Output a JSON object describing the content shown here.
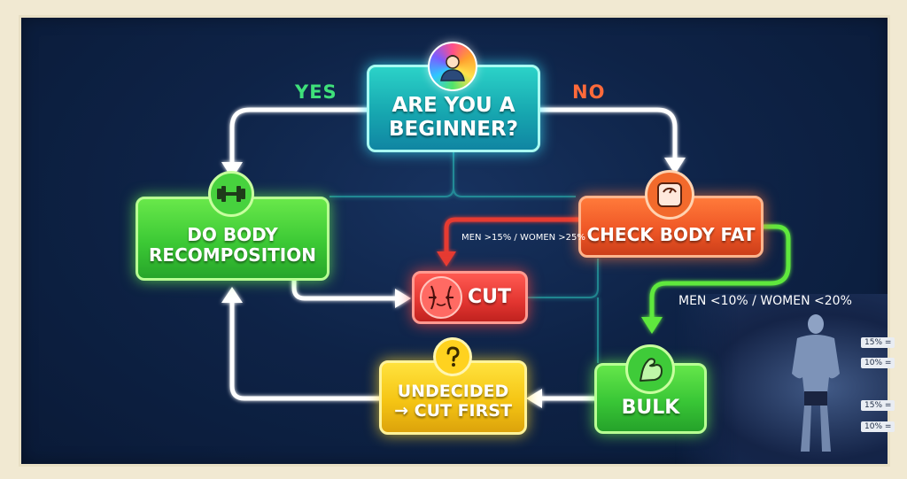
{
  "diagram": {
    "nodes": {
      "question": {
        "label": "ARE YOU A\nBEGINNER?",
        "icon": "user-icon"
      },
      "recomp": {
        "label": "DO BODY\nRECOMPOSITION",
        "icon": "dumbbell-icon"
      },
      "bodyfat": {
        "label": "CHECK BODY FAT",
        "icon": "scale-icon"
      },
      "cut": {
        "label": "CUT",
        "icon": "waist-icon"
      },
      "undecided": {
        "label": "UNDECIDED\n→ CUT FIRST",
        "icon": "question-icon"
      },
      "bulk": {
        "label": "BULK",
        "icon": "flexed-arm-icon"
      }
    },
    "edges": {
      "yes": "YES",
      "no": "NO",
      "high_bodyfat": "MEN >15% / WOMEN >25%",
      "low_bodyfat": "MEN <10% / WOMEN <20%"
    },
    "photo_tags": [
      "15% =",
      "10% =",
      "15% =",
      "10% ="
    ],
    "colors": {
      "question": "#1ba9b3",
      "recomp": "#3cc935",
      "bodyfat": "#ef5726",
      "cut": "#e23530",
      "undecided": "#f5c514",
      "bulk": "#39c636",
      "connector": "#ffffff",
      "connector_red": "#e63b32",
      "connector_green": "#5ee83e",
      "glow_line": "#2fd3c6"
    }
  }
}
